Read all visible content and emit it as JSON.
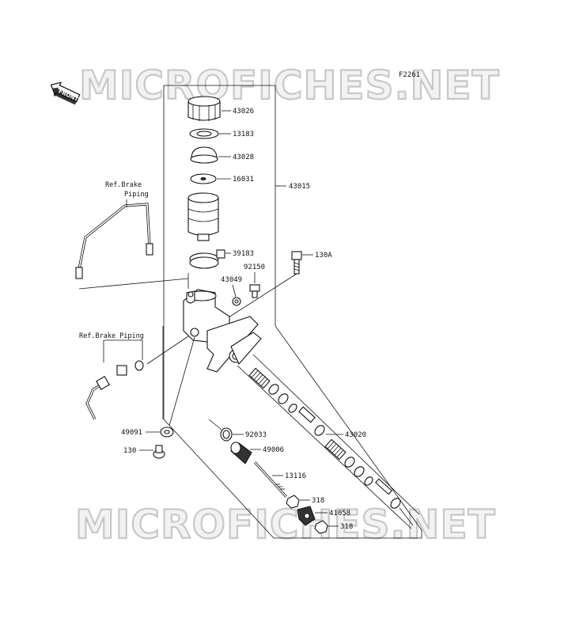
{
  "watermark": {
    "text": "MICROFICHES.NET"
  },
  "figure_code": "F2261",
  "front_label": "FRONT",
  "references": {
    "brake_piping_top_line1": "Ref.Brake",
    "brake_piping_top_line2": "Piping",
    "brake_piping_left": "Ref.Brake Piping"
  },
  "parts": {
    "p43026": "43026",
    "p13183": "13183",
    "p43028": "43028",
    "p16031": "16031",
    "p43015": "43015",
    "p39183": "39183",
    "p130A": "130A",
    "p92150": "92150",
    "p43049": "43049",
    "p43020": "43020",
    "p49091": "49091",
    "p92033": "92033",
    "p130": "130",
    "p49006": "49006",
    "p13116": "13116",
    "p318a": "318",
    "p41058": "41058",
    "p318b": "318"
  }
}
